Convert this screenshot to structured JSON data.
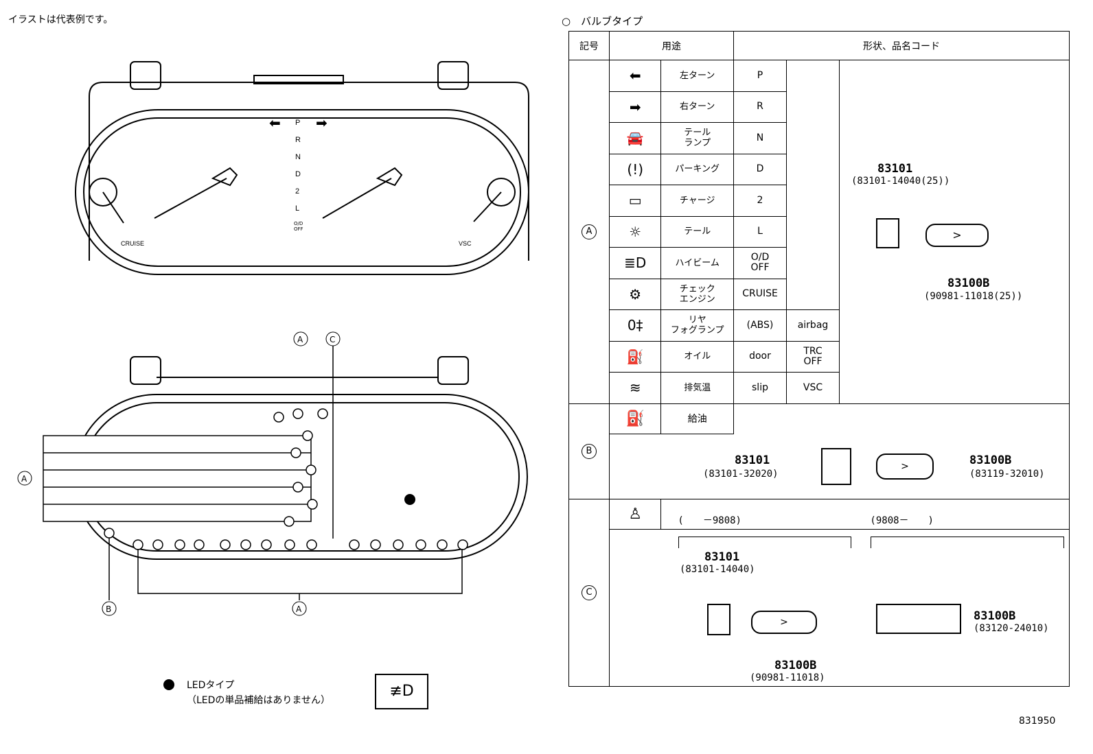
{
  "top_note": "イラストは代表例です。",
  "bulb_type_title": "○　バルブタイプ",
  "table": {
    "h_symbol": "記号",
    "h_usage": "用途",
    "h_shape": "形状、品名コード",
    "rows_A": [
      {
        "icon": "arrow-left-icon",
        "glyph": "⬅",
        "label": "左ターン",
        "sym": "P"
      },
      {
        "icon": "arrow-right-icon",
        "glyph": "➡",
        "label": "右ターン",
        "sym": "R"
      },
      {
        "icon": "tail-lamp-icon",
        "glyph": "🚘",
        "label": "テール\nランプ",
        "sym": "N"
      },
      {
        "icon": "parking-brake-icon",
        "glyph": "(!)",
        "label": "パーキング",
        "sym": "D"
      },
      {
        "icon": "battery-icon",
        "glyph": "▭",
        "label": "チャージ",
        "sym": "2"
      },
      {
        "icon": "tail-light-icon",
        "glyph": "☼",
        "label": "テール",
        "sym": "L"
      },
      {
        "icon": "high-beam-icon",
        "glyph": "≣D",
        "label": "ハイビーム",
        "sym": "O/D\nOFF"
      },
      {
        "icon": "check-engine-icon",
        "glyph": "⚙",
        "label": "チェック\nエンジン",
        "sym": "CRUISE"
      },
      {
        "icon": "rear-fog-icon",
        "glyph": "0‡",
        "label": "リヤ\nフォグランプ",
        "sym": "(ABS)",
        "sym2": "airbag"
      },
      {
        "icon": "oil-icon",
        "glyph": "⛽",
        "label": "オイル",
        "sym": "door",
        "sym2": "TRC\nOFF"
      },
      {
        "icon": "exhaust-temp-icon",
        "glyph": "≋",
        "label": "排気温",
        "sym": "slip",
        "sym2": "VSC"
      }
    ],
    "row_B": {
      "icon": "fuel-icon",
      "label": "給油"
    },
    "markers": {
      "A": "A",
      "B": "B",
      "C": "C"
    },
    "partsA": {
      "socket": "83101",
      "socket_code": "(83101-14040(25))",
      "bulb": "83100B",
      "bulb_code": "(90981-11018(25))"
    },
    "partsB": {
      "socket": "83101",
      "socket_code": "(83101-32020)",
      "bulb": "83100B",
      "bulb_code": "(83119-32010)"
    },
    "partsC": {
      "range1": "(　　－9808)",
      "range2": "(9808－　　)",
      "socket": "83101",
      "socket_code": "(83101-14040)",
      "bulb": "83100B",
      "bulb_code": "(90981-11018)",
      "bulb2": "83100B",
      "bulb2_code": "(83120-24010)"
    }
  },
  "gauge": {
    "gear_letters": [
      "P",
      "R",
      "N",
      "D",
      "2",
      "L"
    ],
    "od_off": "O/D\nOFF",
    "bottom_labels": [
      "CRUISE",
      "VSC"
    ]
  },
  "legend": {
    "led_line1": "LEDタイプ",
    "led_line2": "（LEDの単品補給はありません）"
  },
  "code_ref": "831950"
}
